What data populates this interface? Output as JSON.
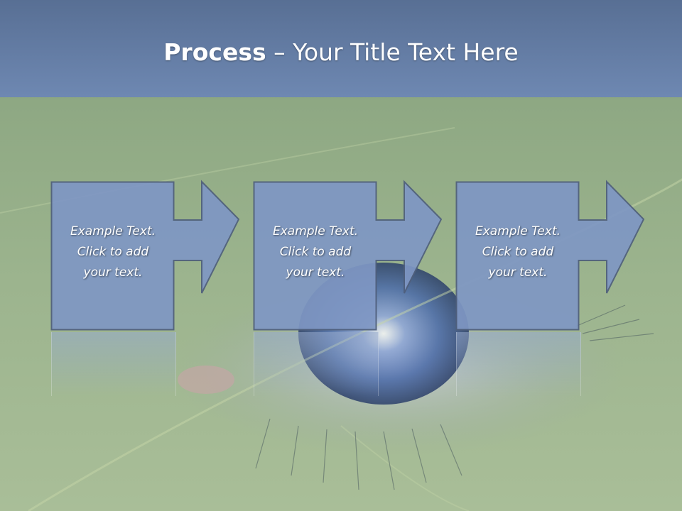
{
  "title": {
    "bold": "Process",
    "rest": " – Your Title Text Here"
  },
  "steps": [
    {
      "lines": [
        "Example Text.",
        "Click  to add",
        "your text."
      ]
    },
    {
      "lines": [
        "Example Text.",
        "Click  to add",
        "your text."
      ]
    },
    {
      "lines": [
        "Example Text.",
        "Click  to add",
        "your text."
      ]
    }
  ],
  "colors": {
    "header": "#6e88b2",
    "box_fill": "#7f97c4",
    "box_stroke": "#4f5f7c",
    "background": "#9cb48e"
  }
}
